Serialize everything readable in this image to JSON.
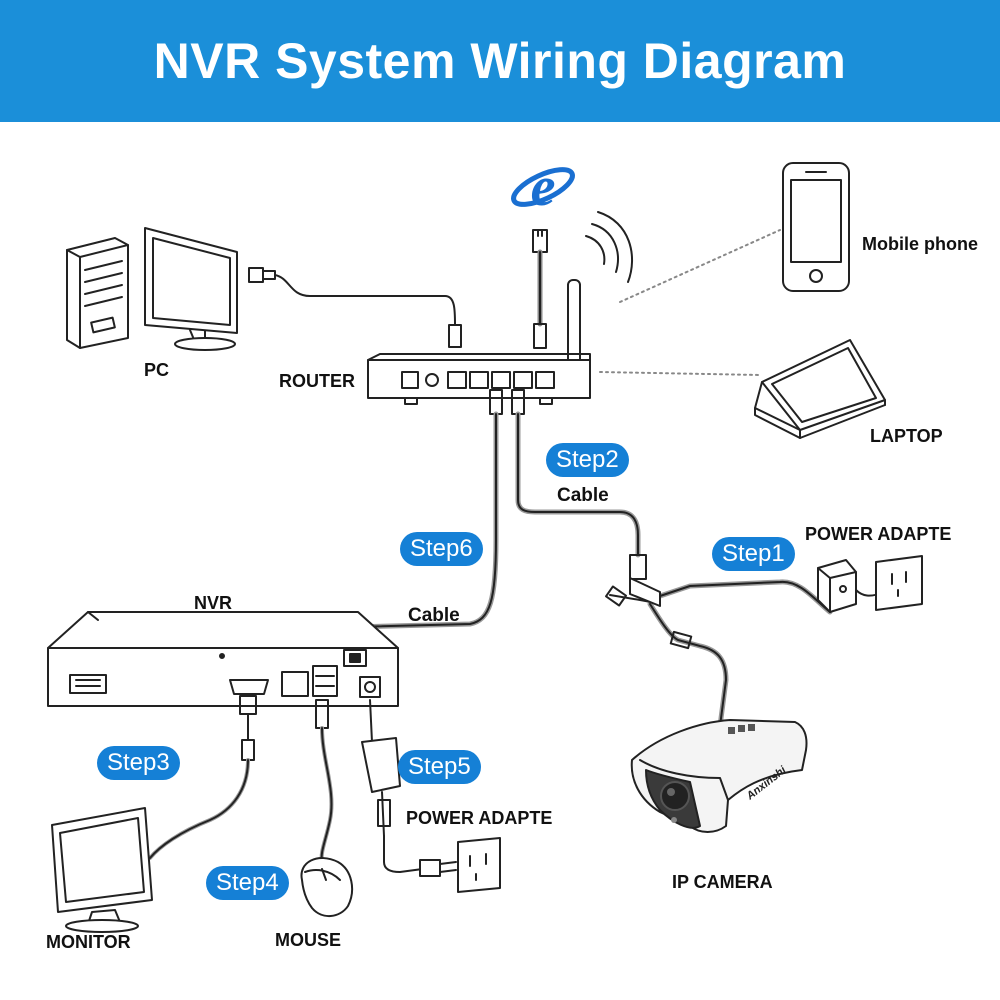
{
  "title": "NVR System Wiring Diagram",
  "labels": {
    "pc": "PC",
    "router": "ROUTER",
    "mobile_phone": "Mobile phone",
    "laptop": "LAPTOP",
    "cable_top": "Cable",
    "cable_nvr": "Cable",
    "power_adapter_camera": "POWER ADAPTE",
    "power_adapter_nvr": "POWER ADAPTE",
    "nvr": "NVR",
    "ip_camera": "IP  CAMERA",
    "monitor": "MONITOR",
    "mouse": "MOUSE",
    "camera_brand": "Anxinshi"
  },
  "steps": {
    "step1": "Step1",
    "step2": "Step2",
    "step3": "Step3",
    "step4": "Step4",
    "step5": "Step5",
    "step6": "Step6"
  },
  "icon": {
    "browser": "internet-explorer-icon"
  },
  "colors": {
    "banner": "#1b8fd9",
    "step_badge": "#1580d6",
    "line": "#222222",
    "cable": "#8a8a8a"
  }
}
